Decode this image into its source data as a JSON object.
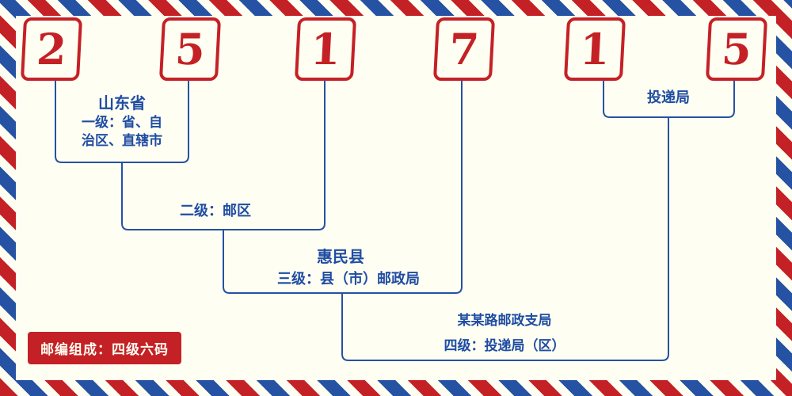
{
  "postal_code": {
    "digits": [
      "2",
      "5",
      "1",
      "7",
      "1",
      "5"
    ]
  },
  "annotations": {
    "province": {
      "title": "山东省",
      "desc": "一级：省、自治区、直辖市"
    },
    "district": {
      "desc": "二级：邮区"
    },
    "county": {
      "title": "惠民县",
      "desc": "三级：县（市）邮政局"
    },
    "delivery_branch": {
      "title": "某某路邮政支局",
      "desc": "四级：投递局（区）"
    },
    "delivery_office": {
      "label": "投递局"
    },
    "composition_badge": "邮编组成：四级六码"
  },
  "colors": {
    "red": "#c42126",
    "blue": "#2552a3",
    "background": "#fffef2"
  }
}
